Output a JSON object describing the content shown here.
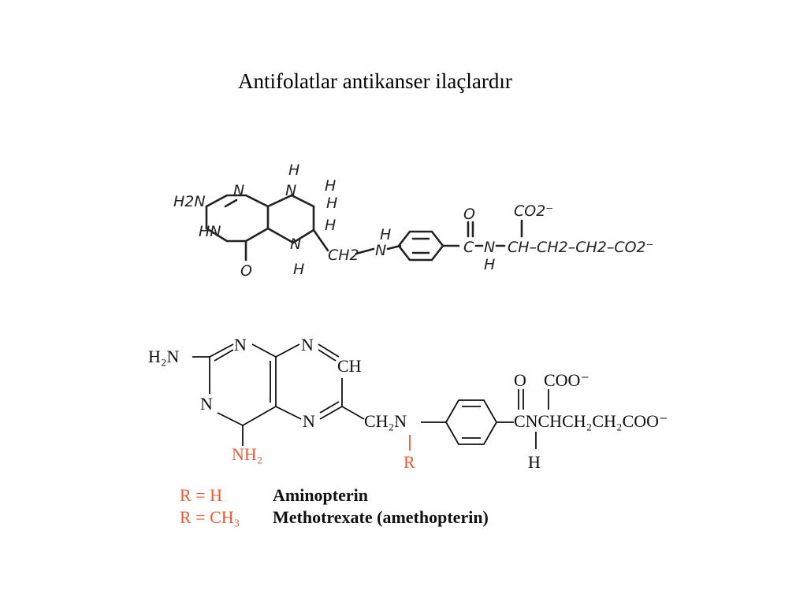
{
  "slide": {
    "title": "Antifolatlar antikanser ilaçlardır"
  },
  "structure_hand": {
    "labels": {
      "h2n": "H2N",
      "n1": "N",
      "hn": "HN",
      "o": "O",
      "nh_top": "N",
      "h_top": "H",
      "h_right1": "H",
      "h_right2": "H",
      "h_right3": "H",
      "n_bottom": "N",
      "h_bottom": "H",
      "ch2": "CH2",
      "nh_h": "H",
      "nh_n": "N",
      "amide_o": "O",
      "amide_c": "C",
      "amide_n": "N",
      "amide_h": "H",
      "co2_top": "CO2⁻",
      "chain": "CH–CH2–CH2–CO2⁻"
    }
  },
  "structure_print": {
    "labels": {
      "h2n": "H₂N",
      "n1": "N",
      "n2": "N",
      "n_top_right": "N",
      "ch": "CH",
      "n_bottom_mid": "N",
      "nh2": "NH₂",
      "ch2n": "CH₂N",
      "r": "R",
      "o": "O",
      "coo_top": "COO⁻",
      "chain": "CNCHCH₂CH₂COO⁻",
      "h": "H"
    },
    "colors": {
      "substituent": "#ee5a2f",
      "ink": "#111111"
    }
  },
  "legend": {
    "rows": [
      {
        "r": "R = H",
        "name": "Aminopterin"
      },
      {
        "r": "R = CH₃",
        "name": "Methotrexate (amethopterin)"
      }
    ]
  }
}
